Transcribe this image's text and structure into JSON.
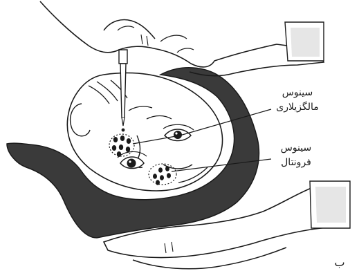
{
  "labels": {
    "maxillary_line1": "سینوس",
    "maxillary_line2": "مالگزیلاری",
    "frontal_line1": "سینوس",
    "frontal_line2": "فرونتال",
    "panel_letter": "ب"
  }
}
